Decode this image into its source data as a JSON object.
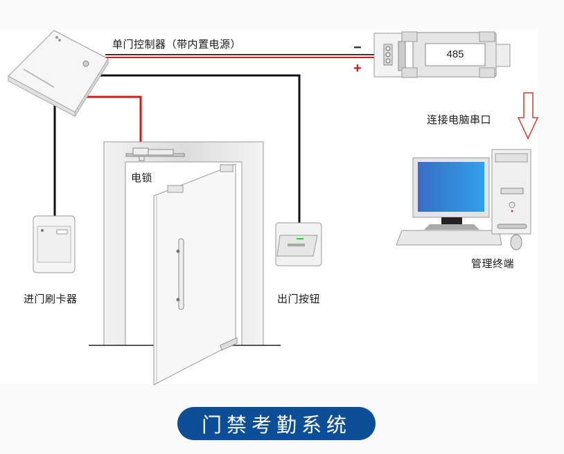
{
  "title": "门禁考勤系统",
  "labels": {
    "controller": "单门控制器（带内置电源）",
    "electric_lock": "电锁",
    "card_reader": "进门刷卡器",
    "exit_button": "出门按钮",
    "connect_pc": "连接电脑串口",
    "terminal": "管理终端",
    "converter": "485",
    "minus": "−",
    "plus": "+"
  },
  "colors": {
    "wire_red": "#d11a1a",
    "wire_black": "#111111",
    "title_bg": "#0d4f96",
    "screen_blue": "#2f7fd8",
    "arrow": "#d93a2a"
  }
}
